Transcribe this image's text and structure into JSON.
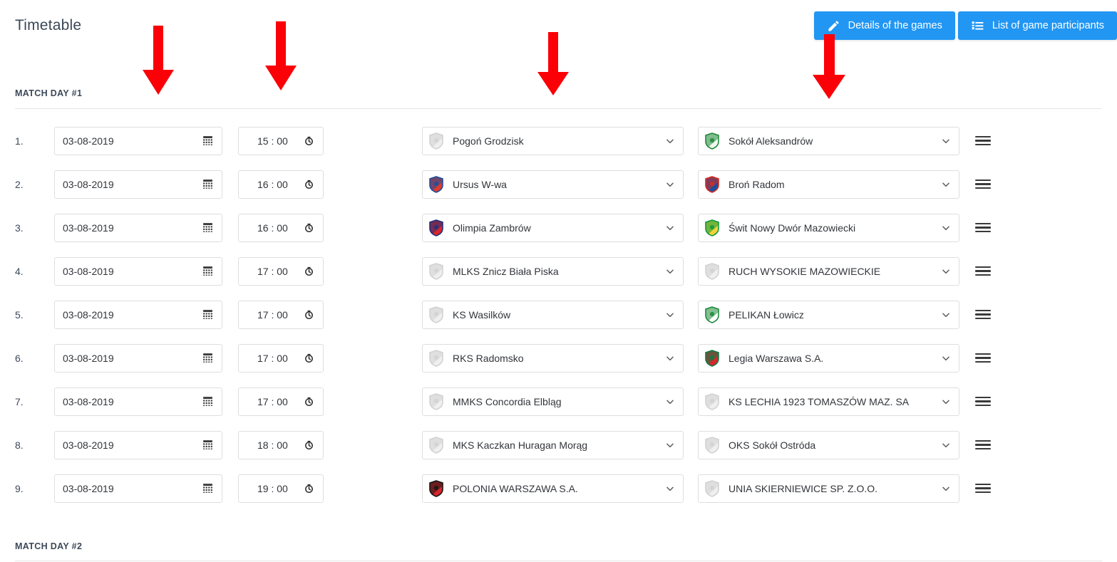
{
  "header": {
    "title": "Timetable",
    "buttons": [
      {
        "label": "Details of the games",
        "icon": "pencil-icon"
      },
      {
        "label": "List of game participants",
        "icon": "list-icon"
      }
    ],
    "accent_color": "#2196f3"
  },
  "sections": [
    {
      "label": "MATCH DAY #1"
    },
    {
      "label": "MATCH DAY #2"
    }
  ],
  "matches": [
    {
      "num": "1.",
      "date": "03-08-2019",
      "time": "15 : 00",
      "home": "Pogoń Grodzisk",
      "home_crest": "generic-gray",
      "away": "Sokół Aleksandrów",
      "away_crest": "green-shield"
    },
    {
      "num": "2.",
      "date": "03-08-2019",
      "time": "16 : 00",
      "home": "Ursus W-wa",
      "home_crest": "blue-red",
      "away": "Broń Radom",
      "away_crest": "red-blue"
    },
    {
      "num": "3.",
      "date": "03-08-2019",
      "time": "16 : 00",
      "home": "Olimpia Zambrów",
      "home_crest": "navy-red",
      "away": "Świt Nowy Dwór Mazowiecki",
      "away_crest": "green-yellow"
    },
    {
      "num": "4.",
      "date": "03-08-2019",
      "time": "17 : 00",
      "home": "MLKS Znicz Biała Piska",
      "home_crest": "generic-gray",
      "away": "RUCH WYSOKIE MAZOWIECKIE",
      "away_crest": "generic-gray"
    },
    {
      "num": "5.",
      "date": "03-08-2019",
      "time": "17 : 00",
      "home": "KS Wasilków",
      "home_crest": "generic-gray",
      "away": "PELIKAN Łowicz",
      "away_crest": "green-white"
    },
    {
      "num": "6.",
      "date": "03-08-2019",
      "time": "17 : 00",
      "home": "RKS Radomsko",
      "home_crest": "generic-gray",
      "away": "Legia Warszawa S.A.",
      "away_crest": "green-red"
    },
    {
      "num": "7.",
      "date": "03-08-2019",
      "time": "17 : 00",
      "home": "MMKS Concordia Elbląg",
      "home_crest": "generic-gray",
      "away": "KS LECHIA 1923 TOMASZÓW MAZ. SA",
      "away_crest": "generic-gray"
    },
    {
      "num": "8.",
      "date": "03-08-2019",
      "time": "18 : 00",
      "home": "MKS Kaczkan Huragan Morąg",
      "home_crest": "generic-gray",
      "away": "OKS Sokół Ostróda",
      "away_crest": "generic-gray"
    },
    {
      "num": "9.",
      "date": "03-08-2019",
      "time": "19 : 00",
      "home": "POLONIA WARSZAWA S.A.",
      "home_crest": "black-red",
      "away": "UNIA SKIERNIEWICE SP. Z.O.O.",
      "away_crest": "generic-gray"
    }
  ],
  "icons": {
    "date_field": "calendar-icon",
    "time_field": "clock-icon",
    "select": "chevron-down-icon",
    "reorder": "drag-handle-icon"
  },
  "annotations": {
    "arrow_color": "#fb0007",
    "arrows": [
      {
        "name": "arrow-to-date-column"
      },
      {
        "name": "arrow-to-time-column"
      },
      {
        "name": "arrow-to-home-team-column"
      },
      {
        "name": "arrow-to-details-button"
      }
    ]
  }
}
